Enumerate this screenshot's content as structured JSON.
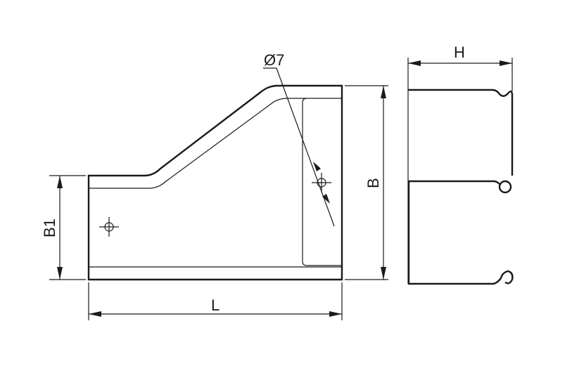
{
  "drawing": {
    "labels": {
      "length": "L",
      "width": "B",
      "reduced_width": "B1",
      "height": "H",
      "hole_diameter": "Ø7"
    },
    "line_color": "#1a1a1a"
  }
}
